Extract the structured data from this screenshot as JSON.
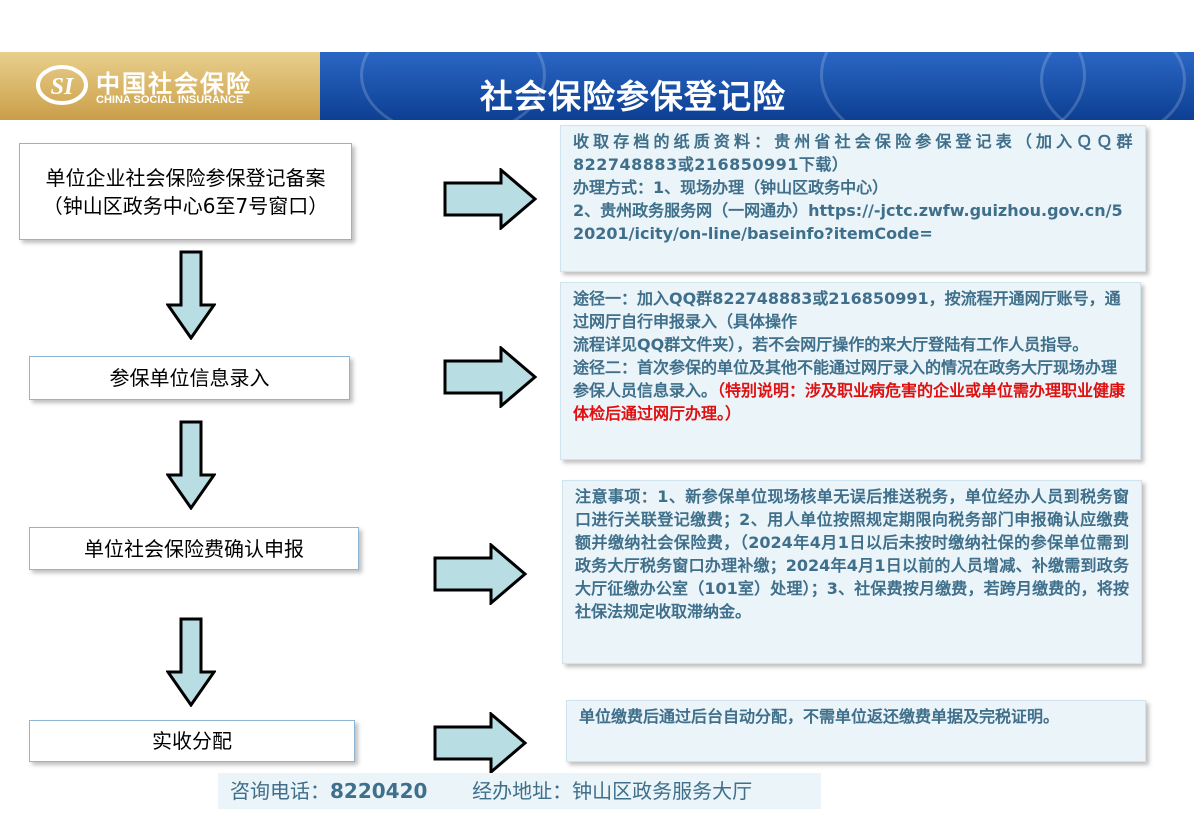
{
  "header": {
    "logo_cn": "中国社会保险",
    "logo_en": "CHINA SOCIAL INSURANCE",
    "title": "社会保险参保登记险"
  },
  "steps": [
    {
      "label": "单位企业社会保险参保登记备案（钟山区政务中心6至7号窗口）"
    },
    {
      "label": "参保单位信息录入"
    },
    {
      "label": "单位社会保险费确认申报"
    },
    {
      "label": "实收分配"
    }
  ],
  "info": {
    "box1": {
      "line1": "收取存档的纸质资料：贵州省社会保险参保登记表（加入ＱＱ群822748883或216850991下载）",
      "line2": "办理方式：1、现场办理（钟山区政务中心）",
      "line3": "2、贵州政务服务网（一网通办）https://-jctc.zwfw.guizhou.gov.cn/520201/icity/on-line/baseinfo?itemCode="
    },
    "box2": {
      "line1": "途径一：加入QQ群822748883或216850991，按流程开通网厅账号，通过网厅自行申报录入（具体操作",
      "line2": "流程详见QQ群文件夹），若不会网厅操作的来大厅登陆有工作人员指导。",
      "line3": "途径二：首次参保的单位及其他不能通过网厅录入的情况在政务大厅现场办理参保人员信息录入。",
      "note": "（特别说明：涉及职业病危害的企业或单位需办理职业健康体检后通过网厅办理。）"
    },
    "box3": {
      "text": "注意事项：1、新参保单位现场核单无误后推送税务，单位经办人员到税务窗口进行关联登记缴费；2、用人单位按照规定期限向税务部门申报确认应缴费额并缴纳社会保险费，（2024年4月1日以后未按时缴纳社保的参保单位需到政务大厅税务窗口办理补缴；2024年4月1日以前的人员增减、补缴需到政务大厅征缴办公室（101室）处理）；3、社保费按月缴费，若跨月缴费的，将按社保法规定收取滞纳金。"
    },
    "box4": {
      "text": "单位缴费后通过后台自动分配，不需单位返还缴费单据及完税证明。"
    }
  },
  "footer": {
    "phone_label": "咨询电话：",
    "phone": "8220420",
    "address_label": "经办地址：",
    "address": "钟山区政务服务大厅"
  },
  "colors": {
    "title_band": "#0d3f93",
    "logo_band": "#d9b566",
    "arrow_fill": "#b8dde3",
    "info_bg": "#eaf4f9",
    "info_text": "#3f6f8a",
    "note_red": "#e01010"
  }
}
